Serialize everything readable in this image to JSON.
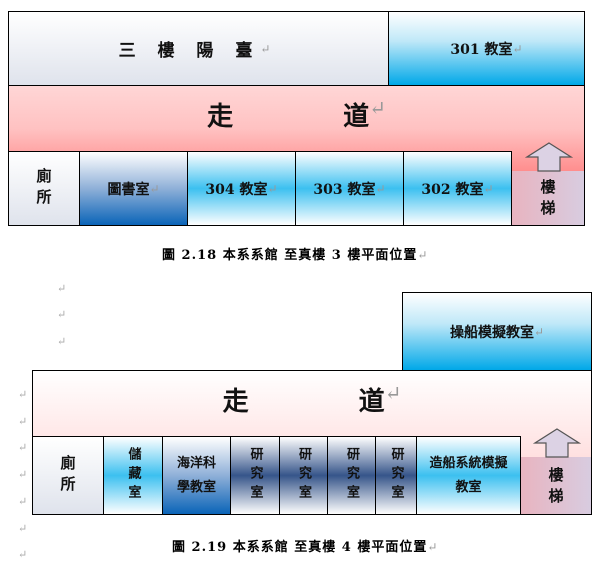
{
  "floor3": {
    "balcony": "三 樓 陽 臺",
    "room301": "301 教室",
    "corridor_a": "走",
    "corridor_b": "道",
    "toilet": "廁所",
    "library": "圖書室",
    "room304": "304 教室",
    "room303": "303 教室",
    "room302": "302 教室",
    "stairs": "樓梯",
    "caption": "圖 2.18  本系系館 至真樓 3 樓平面位置"
  },
  "floor4": {
    "ship_sim": "操船模擬教室",
    "corridor_a": "走",
    "corridor_b": "道",
    "toilet": "廁所",
    "storage": "儲藏室",
    "ocean": "海洋科學教室",
    "lab": "研究室",
    "shipbuild": "造船系統模擬教室",
    "stairs": "樓梯",
    "caption": "圖 2.19  本系系館 至真樓 4 樓平面位置"
  }
}
